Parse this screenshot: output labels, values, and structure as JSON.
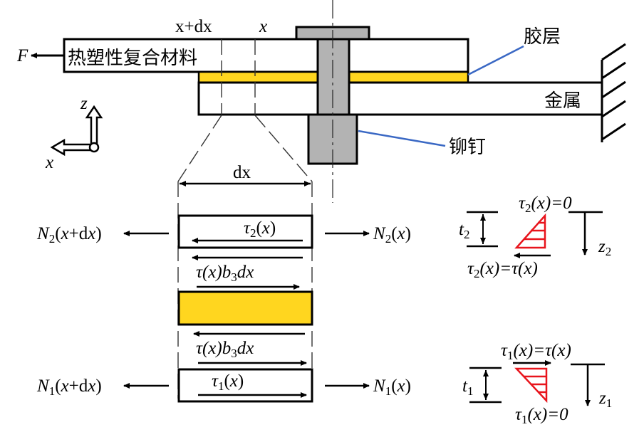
{
  "figure": {
    "labels": {
      "composite": "热塑性复合材料",
      "adhesive": "胶层",
      "metal": "金属",
      "rivet": "铆钉",
      "force": "F",
      "x_plus_dx": "x+dx",
      "x": "x",
      "axis_z": "z",
      "axis_x": "x",
      "dx": "dx"
    },
    "free_body": {
      "n2_left": {
        "N": "N",
        "sub": "2",
        "arg": "(x+dx)"
      },
      "n2_right": {
        "N": "N",
        "sub": "2",
        "arg": "(x)"
      },
      "tau2": {
        "t": "τ",
        "sub": "2",
        "arg": "(x)"
      },
      "shear_upper": {
        "pre": "τ(x)b",
        "sub": "3",
        "post": "dx"
      },
      "shear_lower": {
        "pre": "τ(x)b",
        "sub": "3",
        "post": "dx"
      },
      "tau1": {
        "t": "τ",
        "sub": "1",
        "arg": "(x)"
      },
      "n1_left": {
        "N": "N",
        "sub": "1",
        "arg": "(x+dx)"
      },
      "n1_right": {
        "N": "N",
        "sub": "1",
        "arg": "(x)"
      }
    },
    "distribution_top": {
      "thickness": {
        "t": "t",
        "sub": "2"
      },
      "top_label": {
        "t": "τ",
        "sub": "2",
        "rest": "(x)=0"
      },
      "bottom_label": {
        "t": "τ",
        "sub": "2",
        "rest": "(x)=τ(x)"
      },
      "axis": {
        "z": "z",
        "sub": "2"
      }
    },
    "distribution_bottom": {
      "thickness": {
        "t": "t",
        "sub": "1"
      },
      "top_label": {
        "t": "τ",
        "sub": "1",
        "rest": "(x)=τ(x)"
      },
      "bottom_label": {
        "t": "τ",
        "sub": "1",
        "rest": "(x)=0"
      },
      "axis": {
        "z": "z",
        "sub": "1"
      }
    },
    "colors": {
      "adhesive": "#FFD61F",
      "rivet": "#B3B3B3",
      "leader": "#3A68C4",
      "stress": "#E8141C"
    }
  }
}
